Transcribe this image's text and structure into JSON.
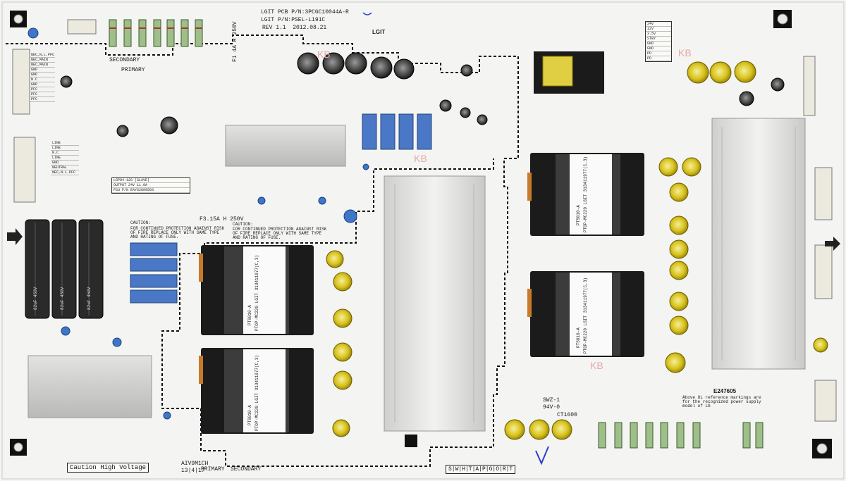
{
  "board": {
    "header_lines": [
      "LGIT PCB P/N:3PCGC10044A-R",
      "LGIT P/N:PSEL-L191C",
      "REV 1.1  2012.08.21"
    ],
    "brand": "LGIT",
    "secondary_label": "SECONDARY",
    "primary_label": "PRIMARY",
    "fuse_main": "F1 4A H 250V",
    "fuse_small": "F3.15A H 250V",
    "caution_title": "CAUTION:",
    "caution_text": "FOR CONTINUED PROTECTION AGAINST RISK OF FIRE REPLACE ONLY WITH SAME TYPE AND RATING OF FUSE.",
    "high_voltage": "Caution High Voltage",
    "bottom_primary": "PRIMARY",
    "bottom_secondary": "SECONDARY",
    "bottom_code": "AIV9M1CH",
    "bottom_code2": "13|4|17",
    "transformer_label": "PTS010-A",
    "transformer_note": "PTOP-MC220 LGIT 313411977(C,3)",
    "cap_label": "82uF 450V",
    "ul_text": "E247605",
    "ul_note": "Above UL reference markings are for the recognized power supply model of LG",
    "ct_label": "CT1600",
    "swz_label": "SWZ-1",
    "v94_label": "94V-0",
    "kb_mark": "KB",
    "psu_table": [
      "24V",
      "12V",
      "3.5V",
      "STBY",
      "GND",
      "GND",
      "PD",
      "PD"
    ],
    "model_label": "LGP84-12S (SLAVE)",
    "output_label": "OUTPUT 24V 11.0A",
    "psu_pn": "PSU P/N  EAY62809503",
    "pin_labels_left": [
      "NEC,N.L.PFC",
      "NEC,MAIN",
      "NEC,MAIN",
      "GND",
      "GND",
      "N.C",
      "GND",
      "PFC",
      "PFC",
      "PFC"
    ],
    "pin_labels_mid": [
      "LINE",
      "LINE",
      "N.C",
      "LINE",
      "GND",
      "NEUTRAL",
      "NEC,N.L.PFC"
    ],
    "bottom_letters": "S|W|H|T|A|P|G|O|R|T"
  }
}
